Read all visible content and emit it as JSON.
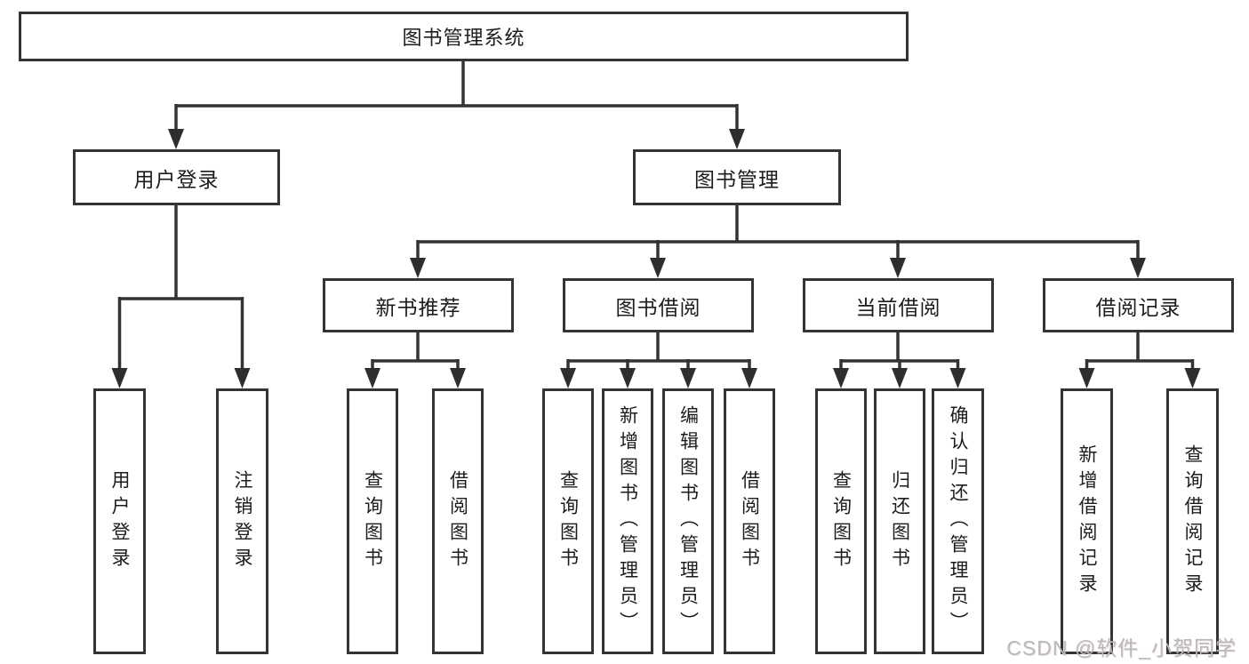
{
  "diagram": {
    "root": {
      "label": "图书管理系统"
    },
    "level1": [
      {
        "id": "user-login",
        "label": "用户登录"
      },
      {
        "id": "book-management",
        "label": "图书管理"
      }
    ],
    "level2": [
      {
        "id": "new-book-recommend",
        "label": "新书推荐"
      },
      {
        "id": "book-borrowing",
        "label": "图书借阅"
      },
      {
        "id": "current-borrowing",
        "label": "当前借阅"
      },
      {
        "id": "borrowing-records",
        "label": "借阅记录"
      }
    ],
    "leaves": {
      "user_login": [
        "用户登录",
        "注销登录"
      ],
      "new_book_recommend": [
        "查询图书",
        "借阅图书"
      ],
      "book_borrowing": [
        "查询图书",
        "新增图书（管理员）",
        "编辑图书（管理员）",
        "借阅图书"
      ],
      "current_borrowing": [
        "查询图书",
        "归还图书",
        "确认归还（管理员）"
      ],
      "borrowing_records": [
        "新增借阅记录",
        "查询借阅记录"
      ]
    }
  },
  "watermark": {
    "text": "CSDN @软件_小贺同学"
  },
  "colors": {
    "line": "#333333",
    "arrow": "#2e2e2e",
    "border": "#343434",
    "text": "#1c1c1c",
    "watermark": "#b9b9b9",
    "background": "#ffffff"
  }
}
